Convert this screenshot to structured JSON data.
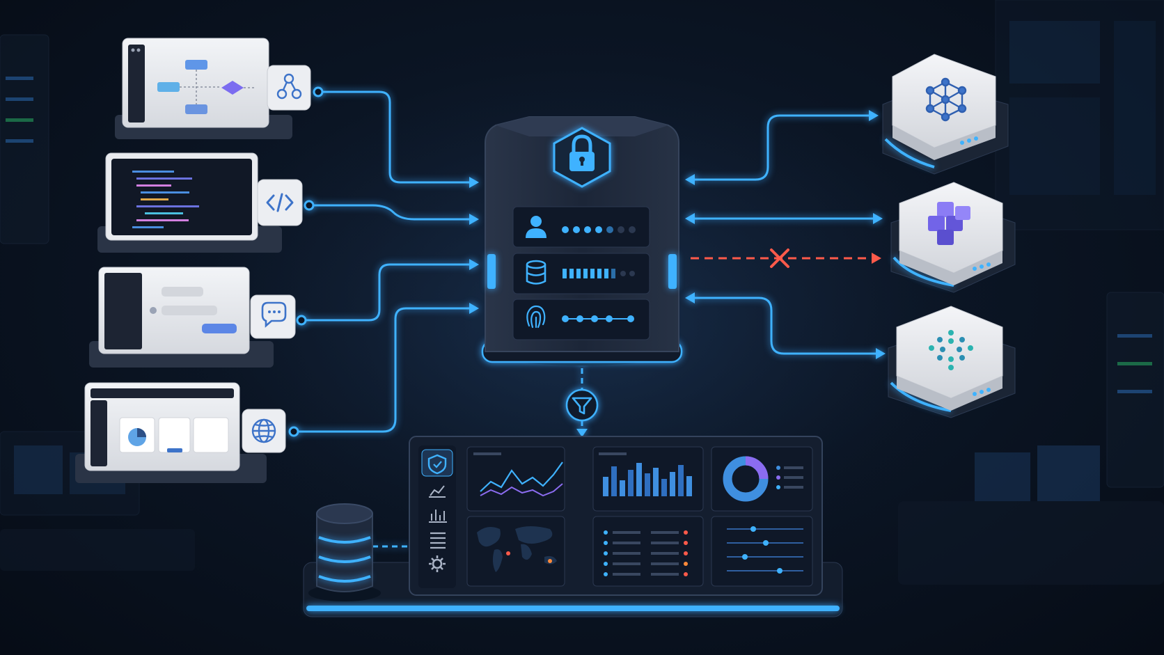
{
  "colors": {
    "background": "#0b1524",
    "connector": "#3fb2ff",
    "blocked": "#ff5a4a",
    "client_panel": "#e9ebef",
    "hub_body": "#1a2436",
    "accent_purple": "#7b6cf0",
    "accent_teal": "#2bb3b0"
  },
  "clients": [
    {
      "id": "workflow-app",
      "icon": "workflow-nodes-icon"
    },
    {
      "id": "code-editor-app",
      "icon": "code-brackets-icon"
    },
    {
      "id": "chat-app",
      "icon": "chat-bubble-icon"
    },
    {
      "id": "web-dashboard-app",
      "icon": "globe-icon"
    }
  ],
  "hub": {
    "icon": "padlock-icon",
    "factors": [
      {
        "icon": "user-icon",
        "display": "dots"
      },
      {
        "icon": "database-icon",
        "display": "bars"
      },
      {
        "icon": "fingerprint-icon",
        "display": "linked-dots"
      }
    ]
  },
  "services": [
    {
      "id": "network-service",
      "icon": "network-graph-icon",
      "connection": "allowed"
    },
    {
      "id": "modules-service",
      "icon": "cubes-icon",
      "connection": "blocked"
    },
    {
      "id": "cluster-service",
      "icon": "dot-cluster-icon",
      "connection": "allowed"
    }
  ],
  "filter": {
    "icon": "filter-funnel-icon"
  },
  "monitor": {
    "sidebar": [
      "shield-icon",
      "trend-chart-icon",
      "bar-chart-icon",
      "list-icon",
      "gear-icon"
    ],
    "widgets": [
      "line-chart",
      "bar-chart",
      "donut-chart",
      "world-map",
      "status-table",
      "slider-settings"
    ],
    "storage_icon": "database-stack-icon"
  }
}
